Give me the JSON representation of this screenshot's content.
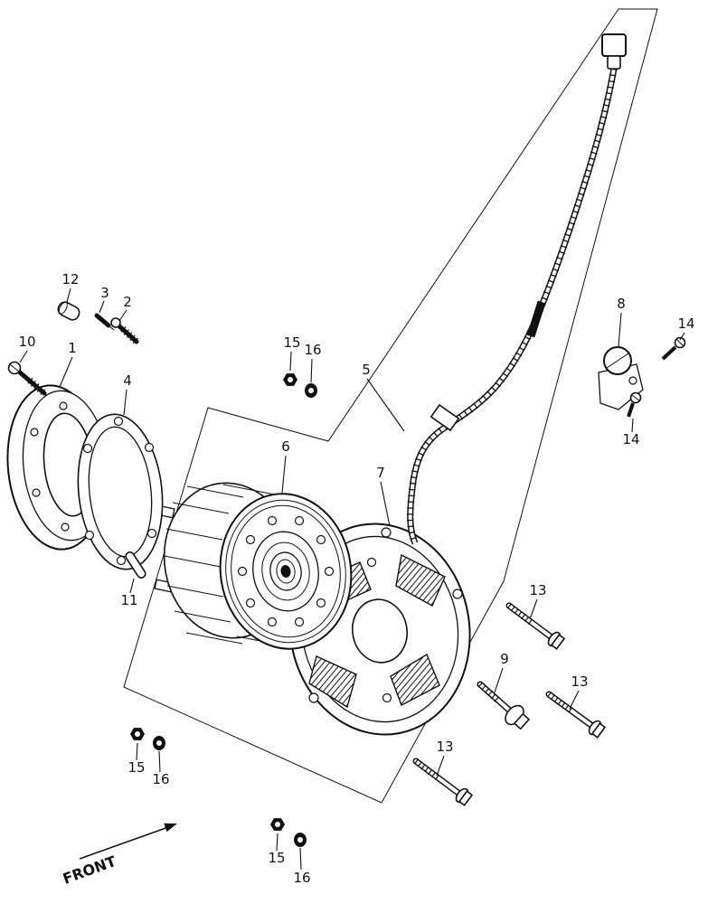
{
  "diagram": {
    "front_label": "FRONT",
    "callouts": {
      "n1": "1",
      "n2": "2",
      "n3": "3",
      "n4": "4",
      "n5": "5",
      "n6": "6",
      "n7": "7",
      "n8": "8",
      "n9": "9",
      "n10": "10",
      "n11": "11",
      "n12": "12",
      "n13": "13",
      "n14": "14",
      "n15": "15",
      "n16": "16"
    }
  },
  "colors": {
    "ink": "#111111",
    "paper": "#ffffff"
  }
}
